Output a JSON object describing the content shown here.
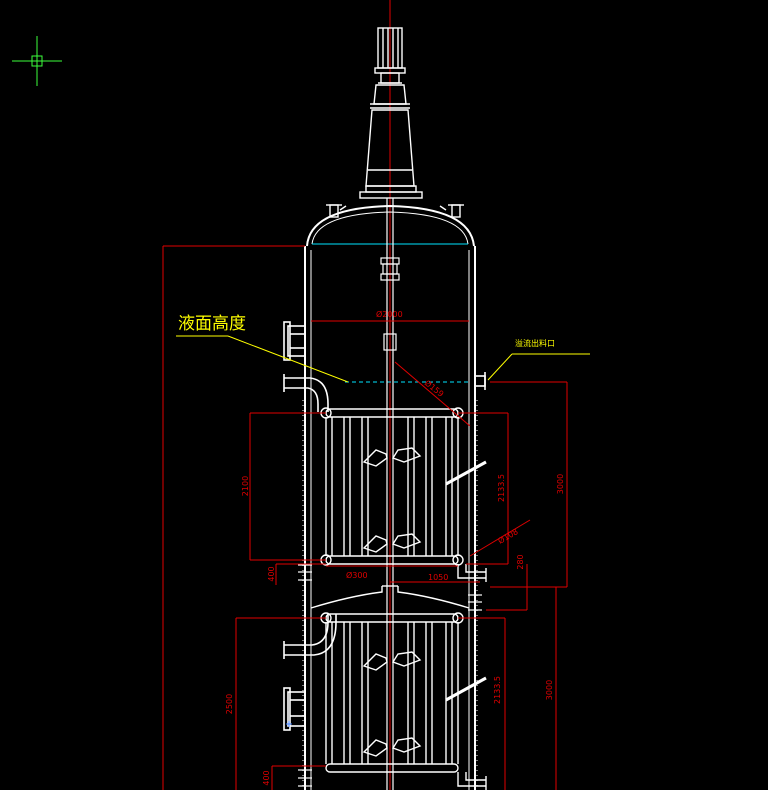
{
  "labels": {
    "liquid_level": "液面高度",
    "overflow_outlet": "溢流出料口"
  },
  "dimensions": {
    "diameter_top": "Ø2000",
    "diameter_nozzle_angled": "Ø159",
    "diameter_nozzle_lower": "Ø108",
    "diameter_bottom_pipe": "Ø300",
    "height_coil_upper": "2100",
    "height_coil_lower": "2500",
    "height_coil_inner_upper": "2133.5",
    "height_coil_inner_lower": "2133.5",
    "height_section_upper": "3000",
    "height_section_lower": "3000",
    "offset_400_upper": "400",
    "offset_400_lower": "400",
    "offset_280": "280",
    "offset_1050": "1050"
  },
  "colors": {
    "background": "#000000",
    "line_white": "#ffffff",
    "dimension_red": "#e00000",
    "leader_yellow": "#ffff00",
    "level_cyan": "#00e5ff",
    "cursor_green": "#3cff3c"
  }
}
